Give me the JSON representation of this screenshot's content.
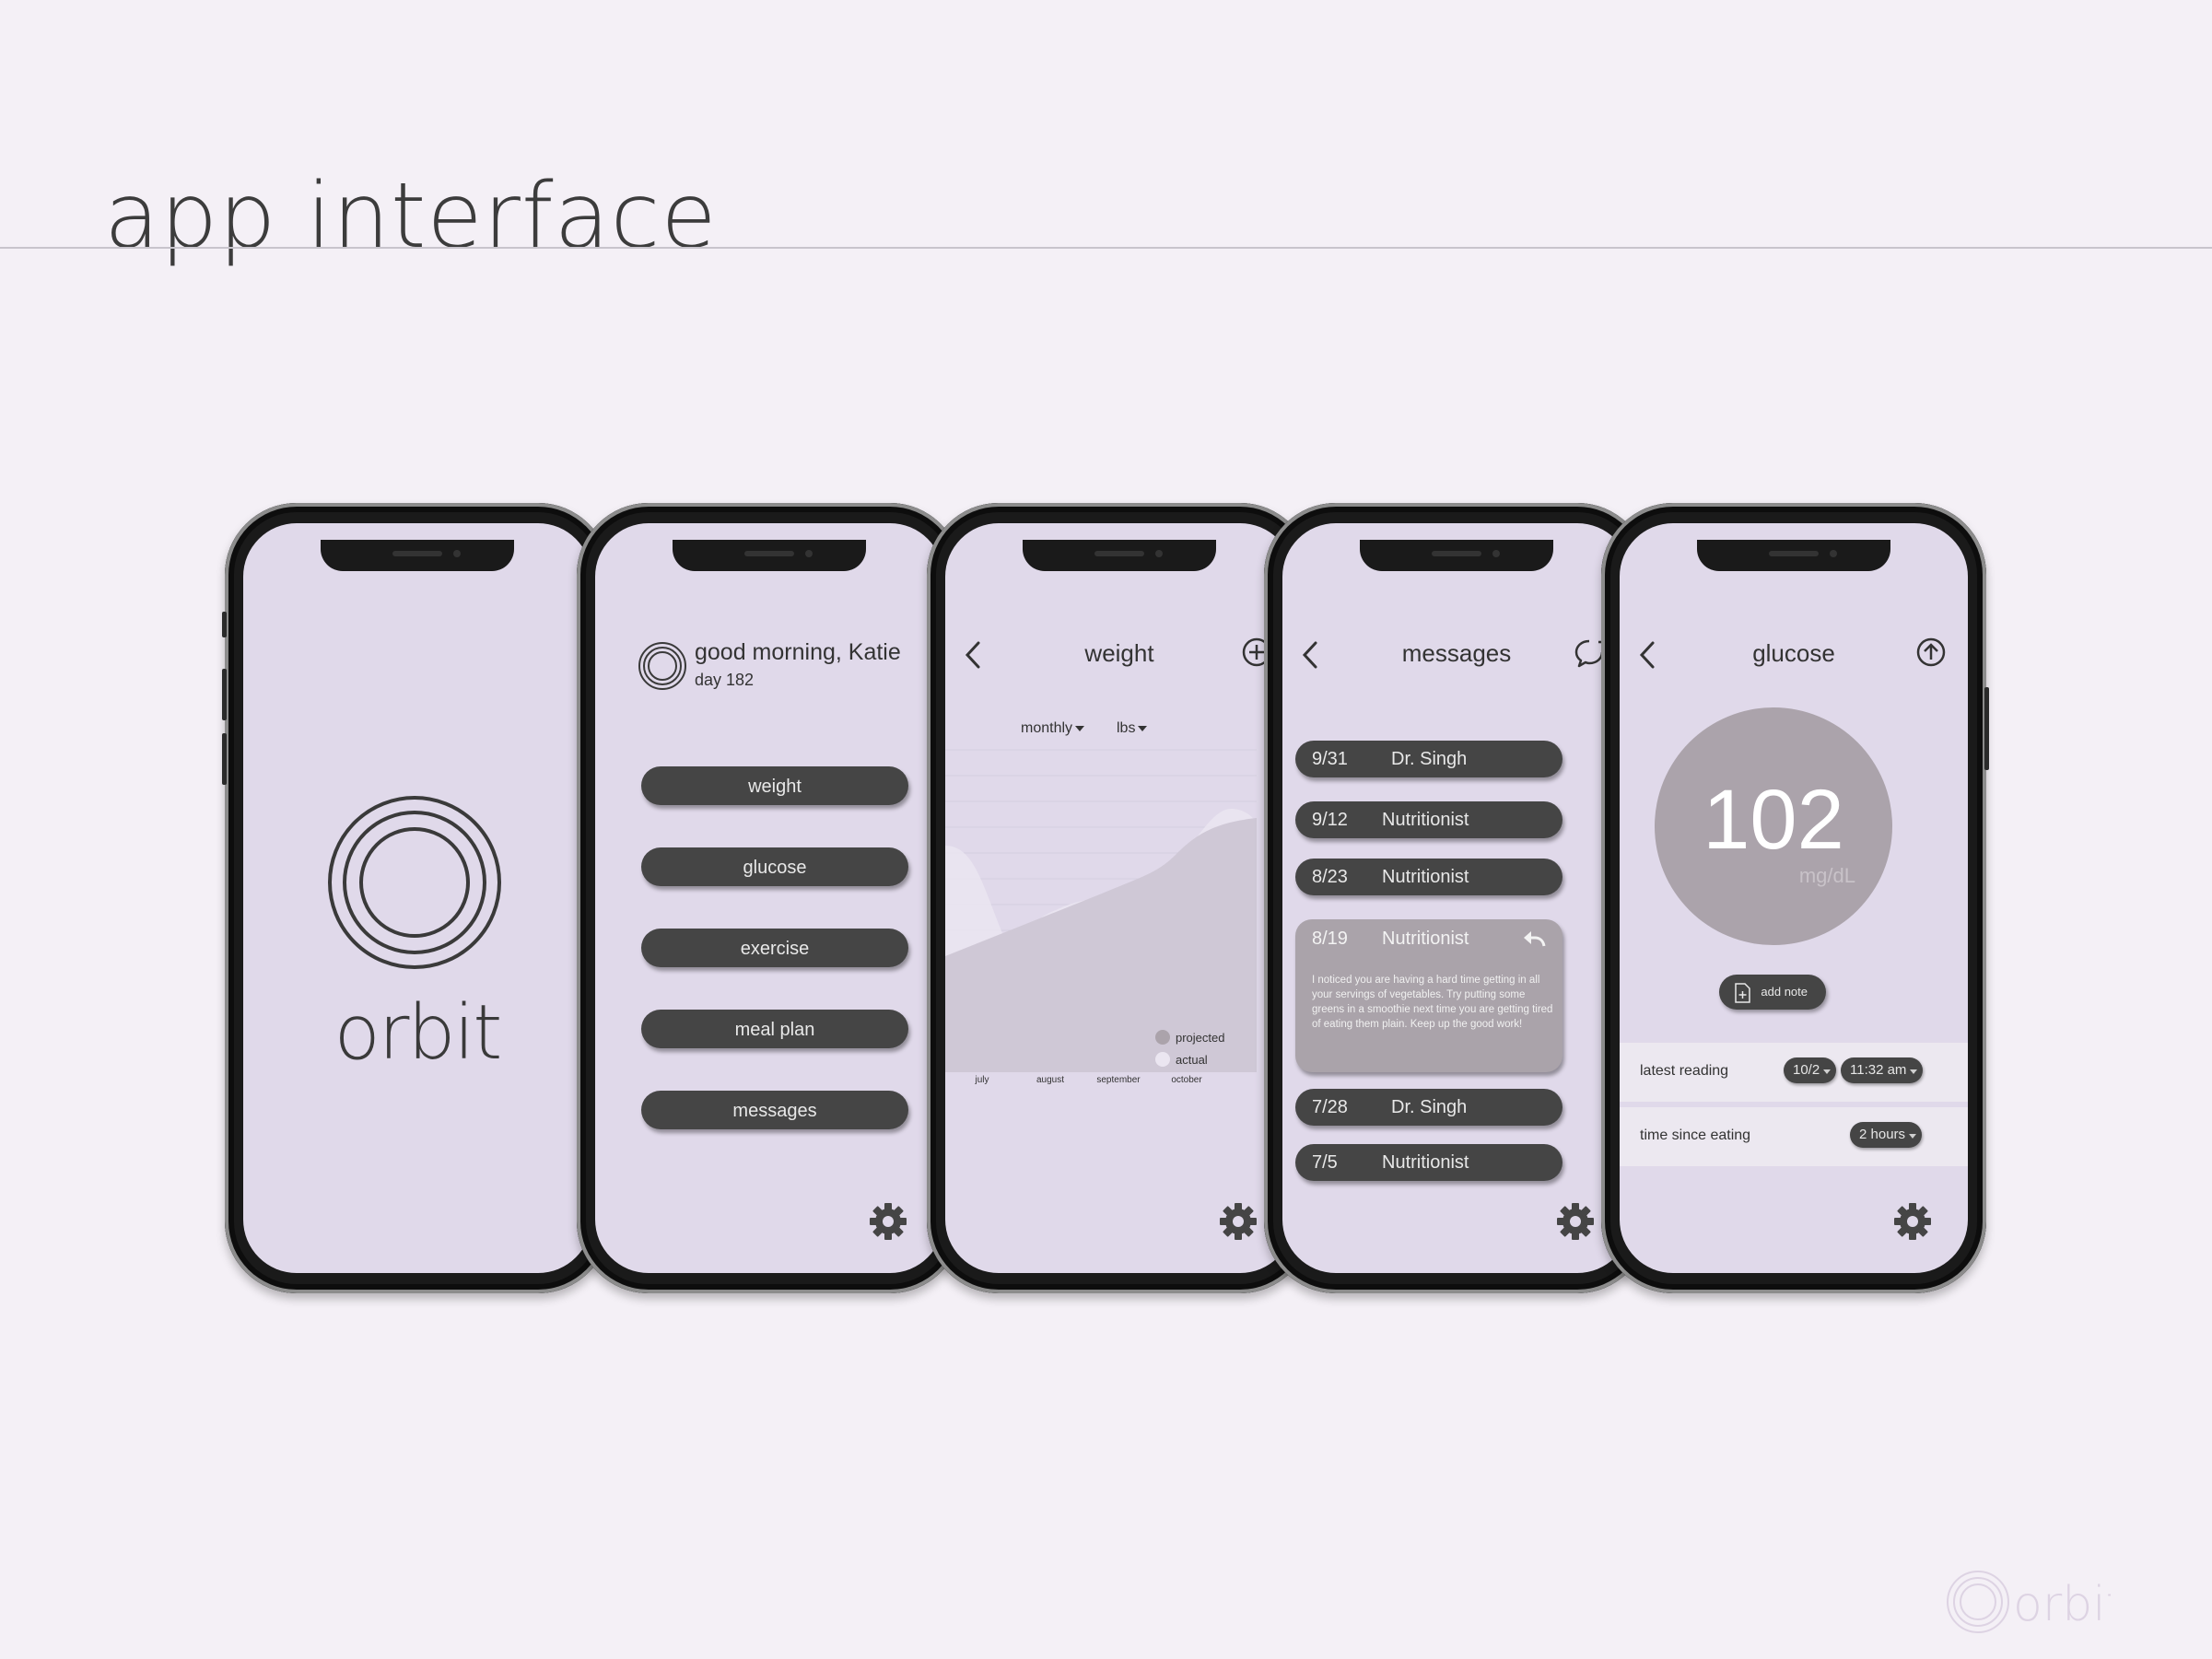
{
  "page": {
    "title": "app interface"
  },
  "phone1": {
    "brand": "orbit"
  },
  "phone2": {
    "greeting": "good morning, Katie",
    "day": "day 182",
    "menu": [
      "weight",
      "glucose",
      "exercise",
      "meal plan",
      "messages"
    ]
  },
  "phone3": {
    "title": "weight",
    "period": "monthly",
    "unit": "lbs",
    "legend": {
      "projected": "projected",
      "actual": "actual"
    },
    "months": [
      "july",
      "august",
      "september",
      "october"
    ]
  },
  "phone4": {
    "title": "messages",
    "messages": [
      {
        "date": "9/31",
        "from": "Dr. Singh"
      },
      {
        "date": "9/12",
        "from": "Nutritionist"
      },
      {
        "date": "8/23",
        "from": "Nutritionist"
      },
      {
        "date": "7/28",
        "from": "Dr. Singh"
      },
      {
        "date": "7/5",
        "from": "Nutritionist"
      }
    ],
    "open": {
      "date": "8/19",
      "from": "Nutritionist",
      "body": "I noticed you are having a hard time getting in all your servings of vegetables. Try putting some greens in a smoothie next time you are getting tired of eating them plain. Keep up the good work!"
    }
  },
  "phone5": {
    "title": "glucose",
    "value": "102",
    "unit": "mg/dL",
    "add_note": "add note",
    "latest_label": "latest reading",
    "latest_date": "10/2",
    "latest_time": "11:32 am",
    "since_label": "time since eating",
    "since_value": "2 hours"
  },
  "footer": {
    "brand": "orbit"
  },
  "colors": {
    "screen": "#e0d9ea",
    "button": "#454545",
    "background": "#f4f0f6",
    "glucose_circle": "#aba3ab"
  }
}
